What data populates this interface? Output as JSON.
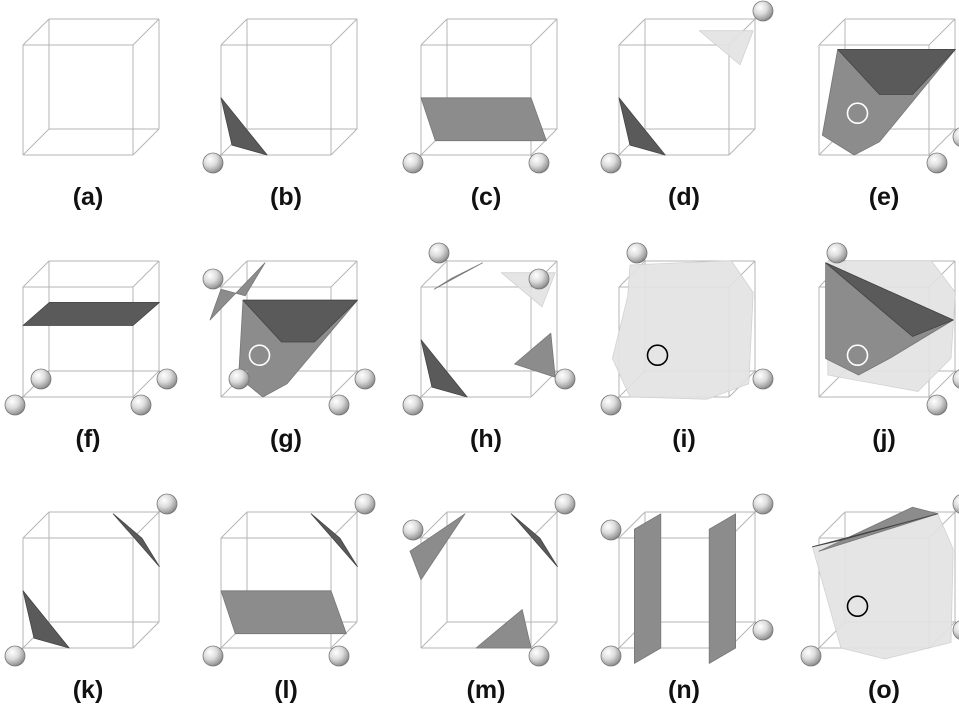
{
  "figure": {
    "panels": [
      {
        "id": "a",
        "label": "(a)"
      },
      {
        "id": "b",
        "label": "(b)"
      },
      {
        "id": "c",
        "label": "(c)"
      },
      {
        "id": "d",
        "label": "(d)"
      },
      {
        "id": "e",
        "label": "(e)"
      },
      {
        "id": "f",
        "label": "(f)"
      },
      {
        "id": "g",
        "label": "(g)"
      },
      {
        "id": "h",
        "label": "(h)"
      },
      {
        "id": "i",
        "label": "(i)"
      },
      {
        "id": "j",
        "label": "(j)"
      },
      {
        "id": "k",
        "label": "(k)"
      },
      {
        "id": "l",
        "label": "(l)"
      },
      {
        "id": "m",
        "label": "(m)"
      },
      {
        "id": "n",
        "label": "(n)"
      },
      {
        "id": "o",
        "label": "(o)"
      }
    ]
  }
}
